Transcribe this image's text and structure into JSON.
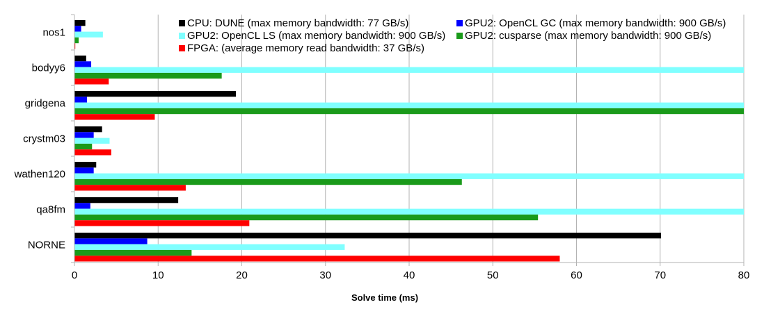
{
  "chart_data": {
    "type": "bar",
    "orientation": "horizontal",
    "title": "",
    "xlabel": "Solve time (ms)",
    "ylabel": "",
    "xlim": [
      0,
      80
    ],
    "xticks": [
      0,
      10,
      20,
      30,
      40,
      50,
      60,
      70,
      80
    ],
    "grid": true,
    "legend_position": "top-right",
    "categories": [
      "nos1",
      "bodyy6",
      "gridgena",
      "crystm03",
      "wathen120",
      "qa8fm",
      "NORNE"
    ],
    "series": [
      {
        "name": "CPU: DUNE (max memory bandwidth: 77 GB/s)",
        "color": "#000000",
        "values": [
          1.3,
          1.4,
          19.3,
          3.3,
          2.6,
          12.4,
          70.1
        ]
      },
      {
        "name": "GPU2: OpenCL GC (max memory bandwidth: 900 GB/s)",
        "color": "#0000ff",
        "values": [
          0.8,
          2.0,
          1.5,
          2.3,
          2.3,
          1.9,
          8.7
        ]
      },
      {
        "name": "GPU2: OpenCL LS (max memory bandwidth: 900 GB/s)",
        "color": "#80ffff",
        "values": [
          3.4,
          80,
          80,
          4.2,
          80,
          80,
          32.3
        ]
      },
      {
        "name": "GPU2: cusparse (max memory bandwidth: 900 GB/s)",
        "color": "#1a9a1a",
        "values": [
          0.5,
          17.6,
          80,
          2.1,
          46.3,
          55.4,
          14.0
        ]
      },
      {
        "name": "FPGA: (average memory read bandwidth: 37 GB/s)",
        "color": "#ff0000",
        "values": [
          0.1,
          4.1,
          9.6,
          4.4,
          13.3,
          20.9,
          58.0
        ]
      }
    ]
  }
}
